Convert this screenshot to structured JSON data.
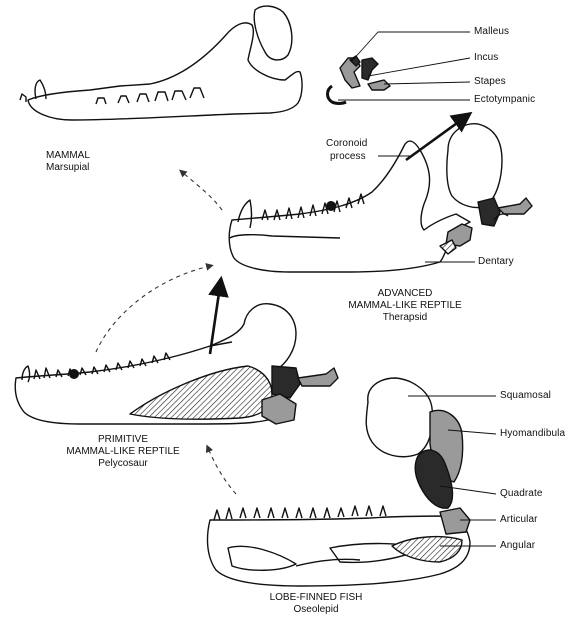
{
  "organisms": {
    "mammal": {
      "title": "MAMMAL",
      "subtitle": "Marsupial"
    },
    "therapsid": {
      "title_line1": "ADVANCED",
      "title_line2": "MAMMAL-LIKE REPTILE",
      "subtitle": "Therapsid"
    },
    "pelycosaur": {
      "title_line1": "PRIMITIVE",
      "title_line2": "MAMMAL-LIKE REPTILE",
      "subtitle": "Pelycosaur"
    },
    "fish": {
      "title": "LOBE-FINNED FISH",
      "subtitle": "Oseolepid"
    }
  },
  "labels": {
    "malleus": "Malleus",
    "incus": "Incus",
    "stapes": "Stapes",
    "ectotympanic": "Ectotympanic",
    "coronoid_line1": "Coronoid",
    "coronoid_line2": "process",
    "dentary": "Dentary",
    "squamosal": "Squamosal",
    "hyomandibula": "Hyomandibula",
    "quadrate": "Quadrate",
    "articular": "Articular",
    "angular": "Angular"
  },
  "colors": {
    "line": "#111111",
    "dark_bone": "#2a2a2a",
    "gray_bone": "#9a9a9a",
    "light_gray": "#c8c8c8"
  }
}
